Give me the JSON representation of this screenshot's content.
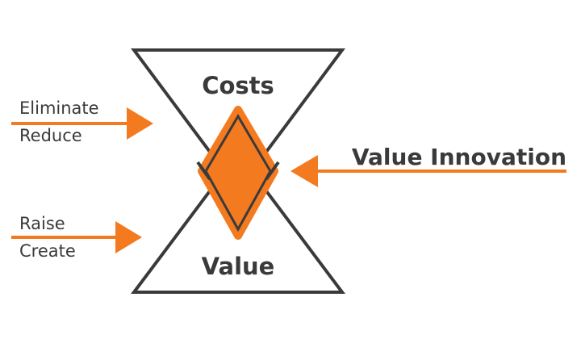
{
  "diagram": {
    "top_label": "Costs",
    "bottom_label": "Value",
    "left_top": {
      "line1": "Eliminate",
      "line2": "Reduce"
    },
    "left_bottom": {
      "line1": "Raise",
      "line2": "Create"
    },
    "right_label": "Value Innovation"
  },
  "colors": {
    "accent": "#f47a20",
    "ink": "#3a3a3a",
    "background": "#ffffff"
  }
}
